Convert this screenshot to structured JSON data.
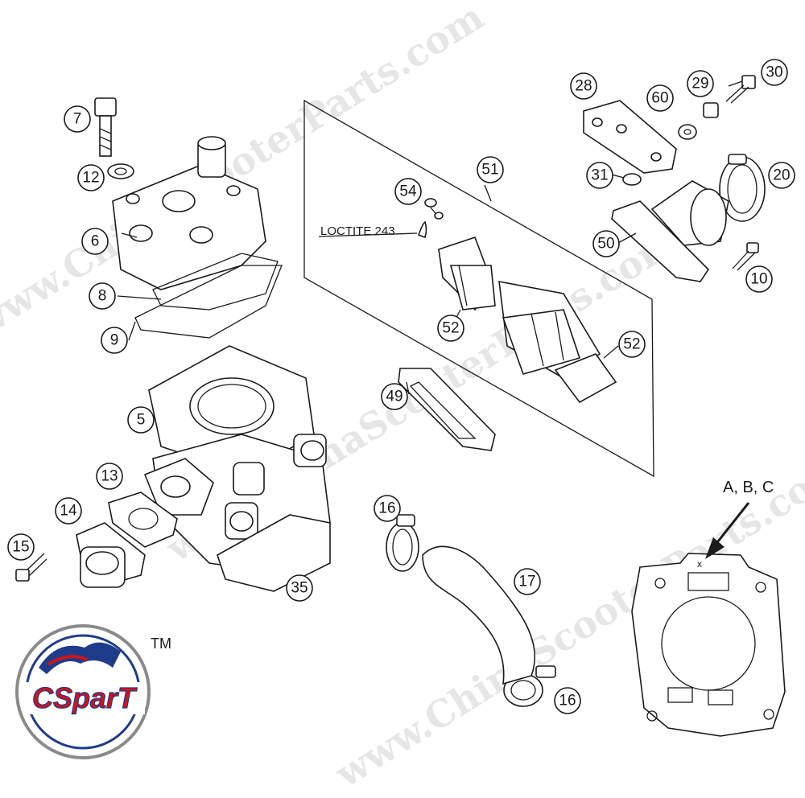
{
  "callouts": {
    "c7": "7",
    "c12": "12",
    "c6": "6",
    "c8": "8",
    "c9": "9",
    "c5": "5",
    "c13": "13",
    "c14": "14",
    "c15": "15",
    "c35": "35",
    "c16a": "16",
    "c16b": "16",
    "c17": "17",
    "c51": "51",
    "c54": "54",
    "c52a": "52",
    "c52b": "52",
    "c49": "49",
    "c28": "28",
    "c60": "60",
    "c29": "29",
    "c30": "30",
    "c31": "31",
    "c20": "20",
    "c50": "50",
    "c10": "10"
  },
  "labels": {
    "loctite": "LOCTITE 243",
    "abc": "A, B, C",
    "x_mark": "x"
  },
  "logo": {
    "brand": "CSparT",
    "trademark": "TM"
  },
  "watermark": {
    "text": "www.ChinaScooterParts.com"
  },
  "colors": {
    "line": "#1a1a1a",
    "logo_red": "#d0131b",
    "logo_blue": "#1f3c8a",
    "logo_ring": "#8a8a8a",
    "watermark": "#c9c9c9"
  }
}
